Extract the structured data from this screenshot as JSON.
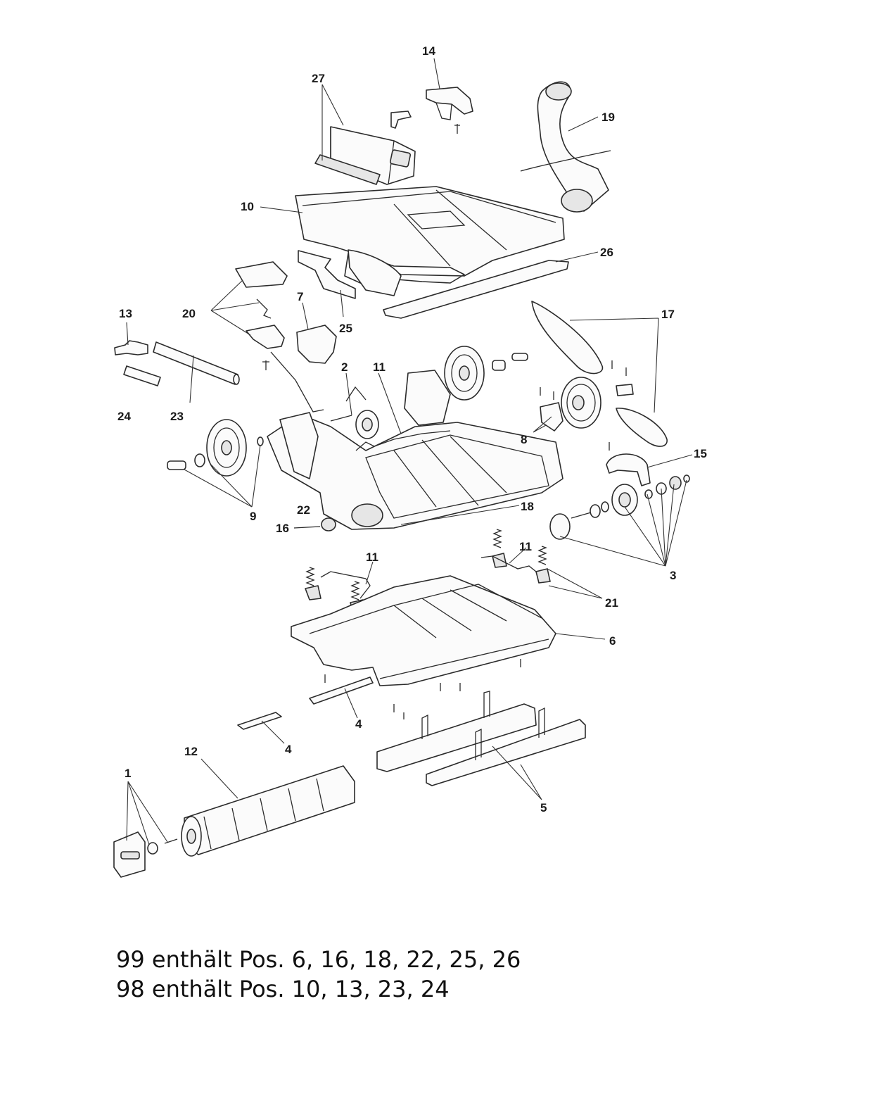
{
  "labels": {
    "l1": "1",
    "l2": "2",
    "l3": "3",
    "l4a": "4",
    "l4b": "4",
    "l5": "5",
    "l6": "6",
    "l7": "7",
    "l8": "8",
    "l9": "9",
    "l10": "10",
    "l11a": "11",
    "l11b": "11",
    "l11c": "11",
    "l12": "12",
    "l13": "13",
    "l14": "14",
    "l15": "15",
    "l16": "16",
    "l17": "17",
    "l18": "18",
    "l19": "19",
    "l20": "20",
    "l21": "21",
    "l22": "22",
    "l23": "23",
    "l24": "24",
    "l25": "25",
    "l26": "26",
    "l27": "27"
  },
  "notes": [
    "99 enthält Pos. 6, 16, 18, 22, 25, 26",
    "98 enthält Pos. 10, 13, 23, 24"
  ]
}
